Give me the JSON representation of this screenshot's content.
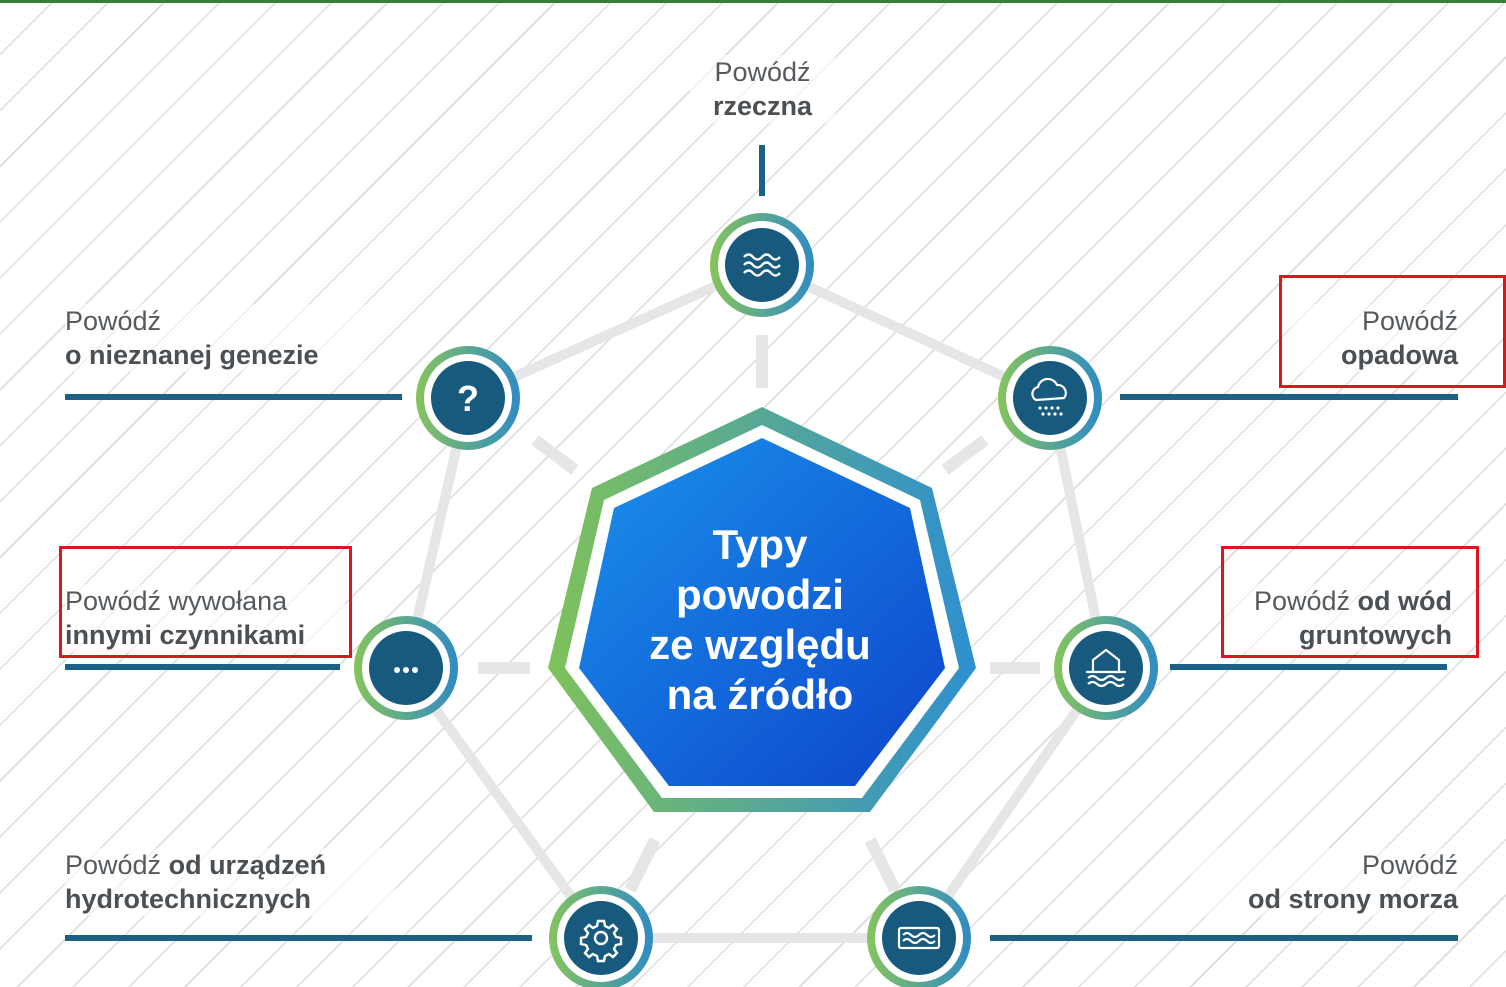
{
  "colors": {
    "border_green": "#3a7d3a",
    "spoke_gray": "#e6e6e6",
    "label_line": "#1e5f86",
    "node_dark": "#175a7e",
    "ring_green": "#86c45c",
    "ring_blue": "#2e8bc6",
    "center_light": "#1689e6",
    "center_dark": "#0f4fd0",
    "highlight_red": "#e0141e"
  },
  "center": {
    "line1": "Typy",
    "line2": "powodzi",
    "line3": "ze względu",
    "line4": "na źródło"
  },
  "labels": {
    "rzeczna": {
      "light": "Powódź",
      "bold": "rzeczna"
    },
    "opadowa": {
      "light": "Powódź",
      "bold": "opadowa"
    },
    "gruntowe": {
      "light": "Powódź",
      "bold_inline": "od wód",
      "bold": "gruntowych"
    },
    "morska": {
      "light": "Powódź",
      "bold": "od strony morza"
    },
    "hydrotechniczna": {
      "light": "Powódź",
      "bold_inline": "od urządzeń",
      "bold": "hydrotechnicznych"
    },
    "inne": {
      "light": "Powódź wywołana",
      "bold": "innymi czynnikami"
    },
    "nieznana": {
      "light": "Powódź",
      "bold": "o nieznanej genezie"
    }
  },
  "icons": {
    "rzeczna": "river-waves-icon",
    "opadowa": "rain-cloud-icon",
    "gruntowe": "flooded-house-icon",
    "morska": "sea-waves-icon",
    "hydrotechniczna": "gear-icon",
    "inne": "ellipsis-icon",
    "nieznana": "question-mark-icon",
    "nieznana_glyph": "?"
  }
}
